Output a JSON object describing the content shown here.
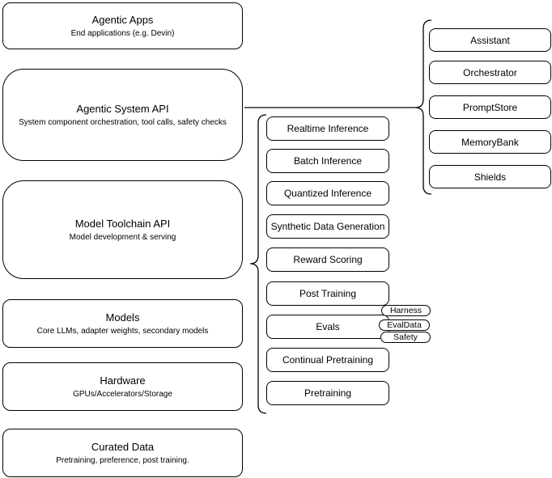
{
  "diagram": {
    "title": "Agentic AI system stack diagram",
    "colors": {
      "stroke": "#000000",
      "fill": "#ffffff",
      "text": "#000000",
      "background": "#ffffff"
    },
    "left_column": [
      {
        "title": "Agentic Apps",
        "subtitle": "End applications (e.g. Devin)"
      },
      {
        "title": "Agentic System API",
        "subtitle": "System component orchestration, tool calls, safety checks"
      },
      {
        "title": "Model Toolchain API",
        "subtitle": "Model development & serving"
      },
      {
        "title": "Models",
        "subtitle": "Core LLMs, adapter weights, secondary models"
      },
      {
        "title": "Hardware",
        "subtitle": "GPUs/Accelerators/Storage"
      },
      {
        "title": "Curated Data",
        "subtitle": "Pretraining, preference, post training."
      }
    ],
    "middle_column": [
      "Realtime Inference",
      "Batch Inference",
      "Quantized Inference",
      "Synthetic Data Generation",
      "Reward Scoring",
      "Post Training",
      "Evals",
      "Continual Pretraining",
      "Pretraining"
    ],
    "eval_tags": [
      "Harness",
      "EvalData",
      "Safety"
    ],
    "right_column": [
      "Assistant",
      "Orchestrator",
      "PromptStore",
      "MemoryBank",
      "Shields"
    ]
  }
}
